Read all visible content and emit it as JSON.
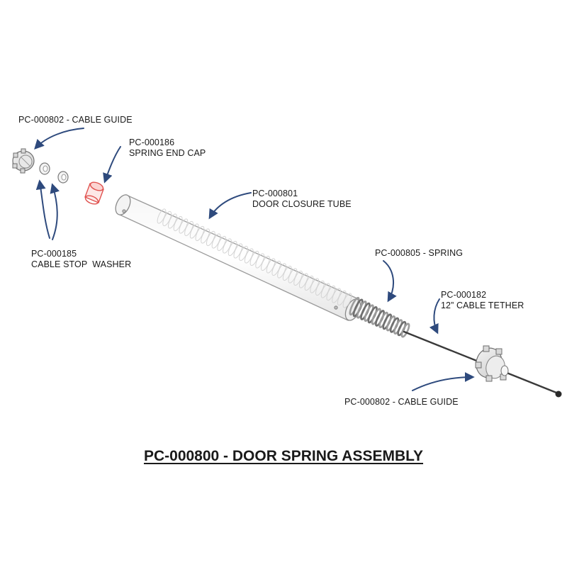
{
  "title": "PC-000800 - DOOR SPRING ASSEMBLY",
  "callouts": {
    "cable_guide_top": {
      "part": "PC-000802 - CABLE GUIDE"
    },
    "spring_end_cap": {
      "part": "PC-000186",
      "name": "SPRING END CAP"
    },
    "door_closure_tube": {
      "part": "PC-000801",
      "name": "DOOR CLOSURE TUBE"
    },
    "spring": {
      "part": "PC-000805 - SPRING"
    },
    "cable_tether": {
      "part": "PC-000182",
      "name": "12” CABLE TETHER"
    },
    "cable_stop_washer": {
      "part": "PC-000185",
      "name": "CABLE STOP  WASHER"
    },
    "cable_guide_bottom": {
      "part": "PC-000802 - CABLE GUIDE"
    }
  },
  "colors": {
    "arrow": "#2e4a7d",
    "text": "#1a1a1a",
    "end_cap": "#e0524f",
    "tube_outline": "#9a9a9a",
    "spring_metal": "#8a8a8a",
    "cable": "#333333"
  }
}
